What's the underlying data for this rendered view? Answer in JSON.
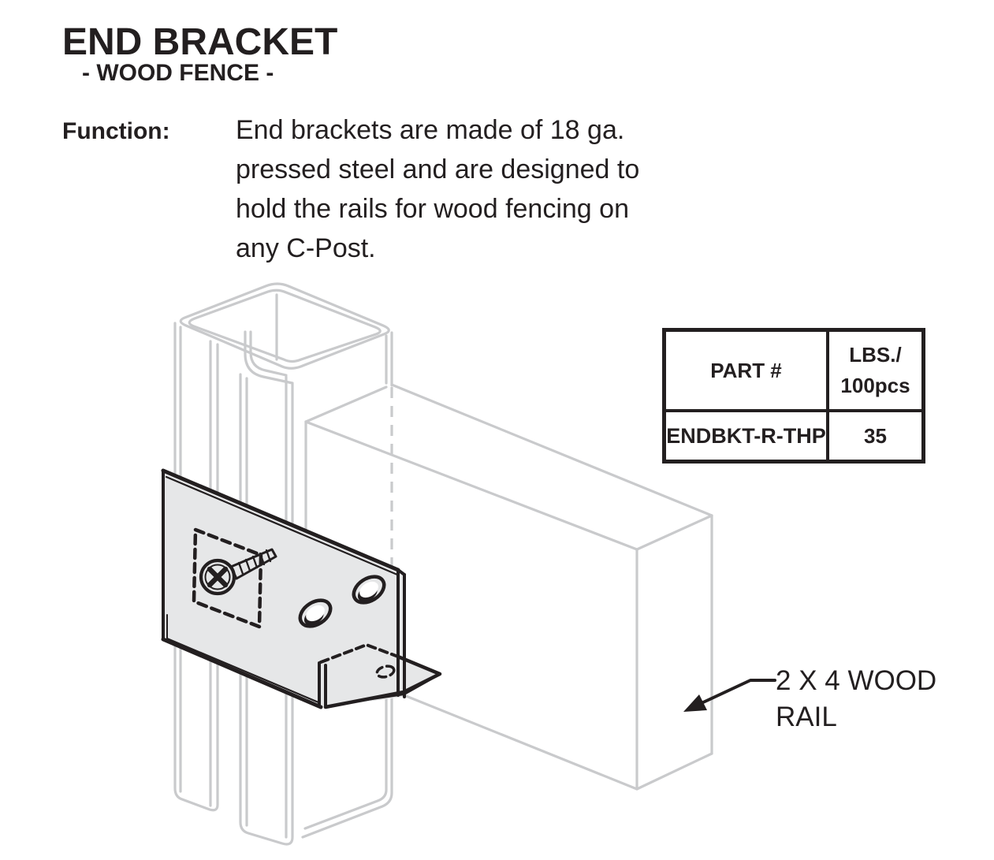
{
  "header": {
    "title": "END BRACKET",
    "subtitle": "- WOOD FENCE -"
  },
  "function_block": {
    "label": "Function:",
    "lines": [
      "End brackets are made of 18 ga.",
      "pressed steel and are designed to",
      "hold the rails for wood fencing on",
      "any C-Post."
    ]
  },
  "spec_table": {
    "part_header": "PART #",
    "weight_header_line1": "LBS./",
    "weight_header_line2": "100pcs",
    "rows": [
      {
        "part_number": "ENDBKT-R-THP",
        "weight_lbs_per_100": "35"
      }
    ]
  },
  "diagram": {
    "rail_label_line1": "2 X 4 WOOD",
    "rail_label_line2": "RAIL",
    "icons": [
      "c-post-drawing",
      "wood-rail-drawing",
      "end-bracket-drawing",
      "phillips-screw-icon",
      "knockout-dashed-outline",
      "bolt-hole-icon",
      "flange-hole-dashed-icon",
      "leader-arrow-icon"
    ]
  },
  "theme": {
    "ink": "#231f20",
    "drawing_gray": "#c9cacc",
    "bracket_fill": "#e6e7e8",
    "background": "#ffffff"
  }
}
